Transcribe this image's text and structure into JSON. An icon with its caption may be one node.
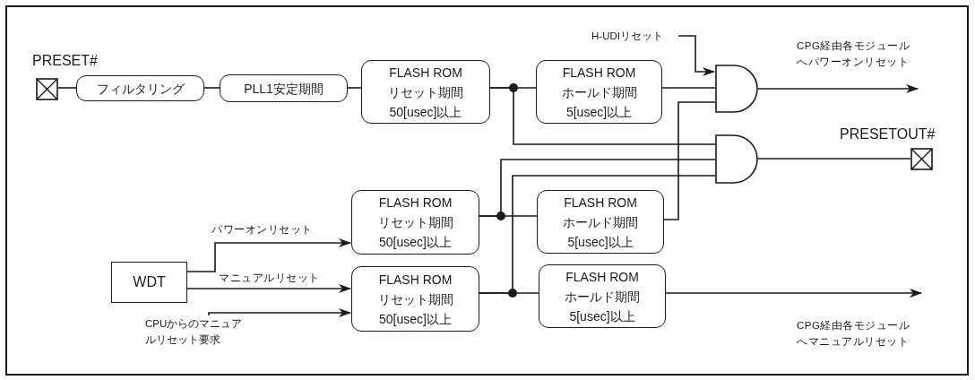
{
  "diagram": {
    "nodes": [
      {
        "text": [
          "PRESET#"
        ]
      },
      {
        "text": [
          "フィルタリング"
        ]
      },
      {
        "text": [
          "PLL1安定期間"
        ]
      },
      {
        "text": [
          "FLASH ROM",
          "リセット期間",
          "50[usec]以上"
        ]
      },
      {
        "text": [
          "FLASH ROM",
          "ホールド期間",
          "5[usec]以上"
        ]
      },
      {
        "text": [
          "H-UDIリセット"
        ]
      },
      {
        "text": [],
        "shape": "gate"
      },
      {
        "text": [],
        "shape": "gate"
      },
      {
        "text": [
          "PRESETOUT#"
        ]
      },
      {
        "text": [
          "WDT"
        ]
      },
      {
        "text": [
          "CPUからのマニュアルリセット要求"
        ]
      },
      {
        "text": [
          "FLASH ROM",
          "リセット期間",
          "50[usec]以上"
        ]
      },
      {
        "text": [
          "FLASH ROM",
          "ホールド期間",
          "5[usec]以上"
        ]
      },
      {
        "text": [
          "FLASH ROM",
          "リセット期間",
          "50[usec]以上"
        ]
      },
      {
        "text": [
          "FLASH ROM",
          "ホールド期間",
          "5[usec]以上"
        ]
      }
    ],
    "edges": [
      {
        "from": 0,
        "to": 1,
        "arrow": "none"
      },
      {
        "from": 1,
        "to": 2,
        "arrow": "none"
      },
      {
        "from": 2,
        "to": 3,
        "arrow": "none"
      },
      {
        "from": 3,
        "to": 4,
        "arrow": "none"
      },
      {
        "from": 3,
        "to": 7,
        "arrow": "none"
      },
      {
        "from": 4,
        "to": 6,
        "arrow": "none"
      },
      {
        "from": 5,
        "to": 6,
        "arrow": "to"
      },
      {
        "from": 6,
        "to": null,
        "arrow": "to",
        "label": "CPG経由各モジュールへパワーオンリセット"
      },
      {
        "from": 7,
        "to": 8,
        "arrow": "none"
      },
      {
        "from": 9,
        "to": 11,
        "arrow": "to",
        "label": "パワーオンリセット"
      },
      {
        "from": 9,
        "to": 13,
        "arrow": "to",
        "label": "マニュアルリセット"
      },
      {
        "from": 10,
        "to": 13,
        "arrow": "to"
      },
      {
        "from": 11,
        "to": 12,
        "arrow": "none"
      },
      {
        "from": 11,
        "to": 7,
        "arrow": "none"
      },
      {
        "from": 12,
        "to": 6,
        "arrow": "none"
      },
      {
        "from": 13,
        "to": 14,
        "arrow": "none"
      },
      {
        "from": 13,
        "to": 7,
        "arrow": "none"
      },
      {
        "from": 14,
        "to": null,
        "arrow": "to",
        "label": "CPG経由各モジュールへマニュアルリセット"
      }
    ]
  }
}
